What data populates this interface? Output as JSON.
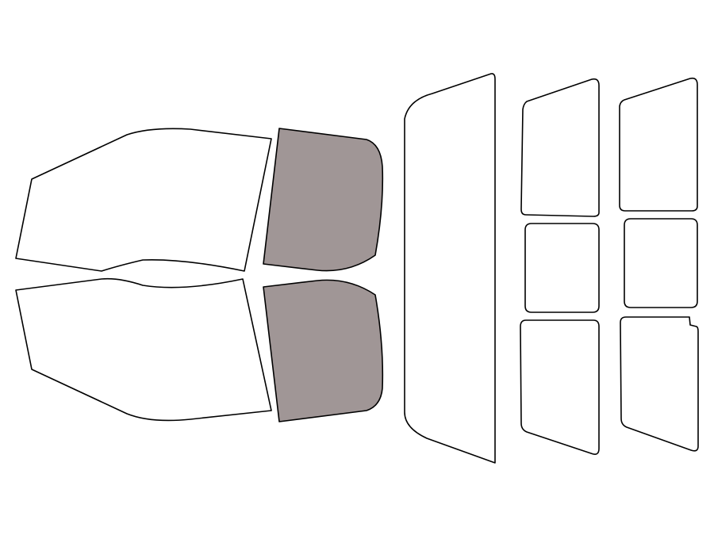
{
  "colors": {
    "background": "#ffffff",
    "outline": "#000000",
    "unselected_fill": "#ffffff",
    "selected_fill": "#a09696"
  },
  "windows": [
    {
      "id": "front-windshield-upper",
      "selected": false
    },
    {
      "id": "front-windshield-lower",
      "selected": false
    },
    {
      "id": "front-left-side-window",
      "selected": true
    },
    {
      "id": "front-right-side-window",
      "selected": true
    },
    {
      "id": "rear-windshield",
      "selected": false
    },
    {
      "id": "rear-left-upper-window",
      "selected": false
    },
    {
      "id": "rear-left-middle-window",
      "selected": false
    },
    {
      "id": "rear-left-lower-window",
      "selected": false
    },
    {
      "id": "rear-right-upper-window",
      "selected": false
    },
    {
      "id": "rear-right-middle-window",
      "selected": false
    },
    {
      "id": "rear-right-lower-window",
      "selected": false
    }
  ]
}
